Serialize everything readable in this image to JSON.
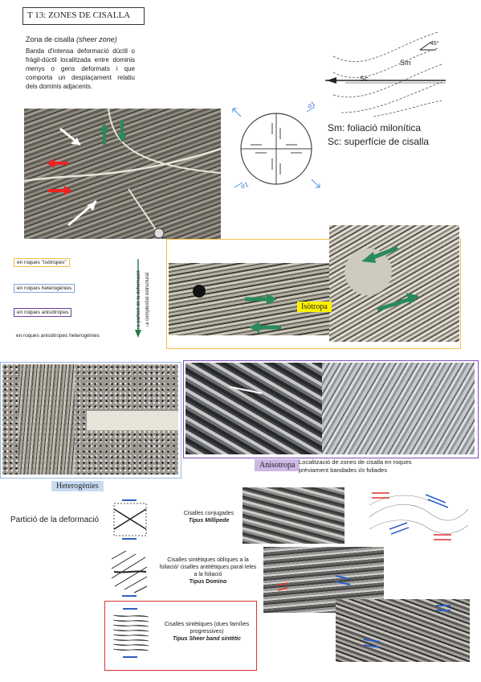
{
  "title": "T 13: ZONES DE CISALLA",
  "definition": {
    "heading": "Zona de cisalla",
    "heading_italic": "(sheer zone)",
    "body": "Banda d'intensa deformació dúctil o fràgil-dúctil localitzada entre dominis menys o gens deformats i que comporta un desplaçament relatiu dels dominis adjacents."
  },
  "stress_labels": {
    "s1": "σ1",
    "s3": "σ3"
  },
  "foliation_diagram": {
    "angle": "45°",
    "sm": "Sm",
    "sc": "Sc"
  },
  "legend_text": {
    "sm": "Sm: foliació milonítica",
    "sc": "Sc: superfície de cisalla"
  },
  "rock_types": [
    {
      "label": "en roques \"isòtropes\"",
      "color": "#f2c04a"
    },
    {
      "label": "en roques heterogènies",
      "color": "#7fa6dc"
    },
    {
      "label": "en roques anisòtropes",
      "color": "#6a3fa0"
    },
    {
      "label": "en roques anisòtropes heterogènies",
      "color": ""
    }
  ],
  "vertical_text": {
    "left": "↑a partició de la deformació",
    "right": "↓a complexitat estructural"
  },
  "box_labels": {
    "isotropa": "Isòtropa",
    "heterogenies": "Heterogènies",
    "anisotropa": "Anisotropa"
  },
  "aniso_caption": "Localització de zones de cisalla en roques prèviament bandades i/o foliades",
  "partition_title": "Partició de la deformació",
  "shear_types": [
    {
      "desc": "Cisalles conjugades",
      "type": "Tipus Millipede"
    },
    {
      "desc": "Cisalles sintètiques oblíques a la foliació/ cisalles antitètiques paral·leles a la foliació",
      "type": "Tipus Domino"
    },
    {
      "desc": "Cisalles sintètiques (dues famílies progressives)",
      "type": "Tipus Sheer band sintètic"
    }
  ]
}
